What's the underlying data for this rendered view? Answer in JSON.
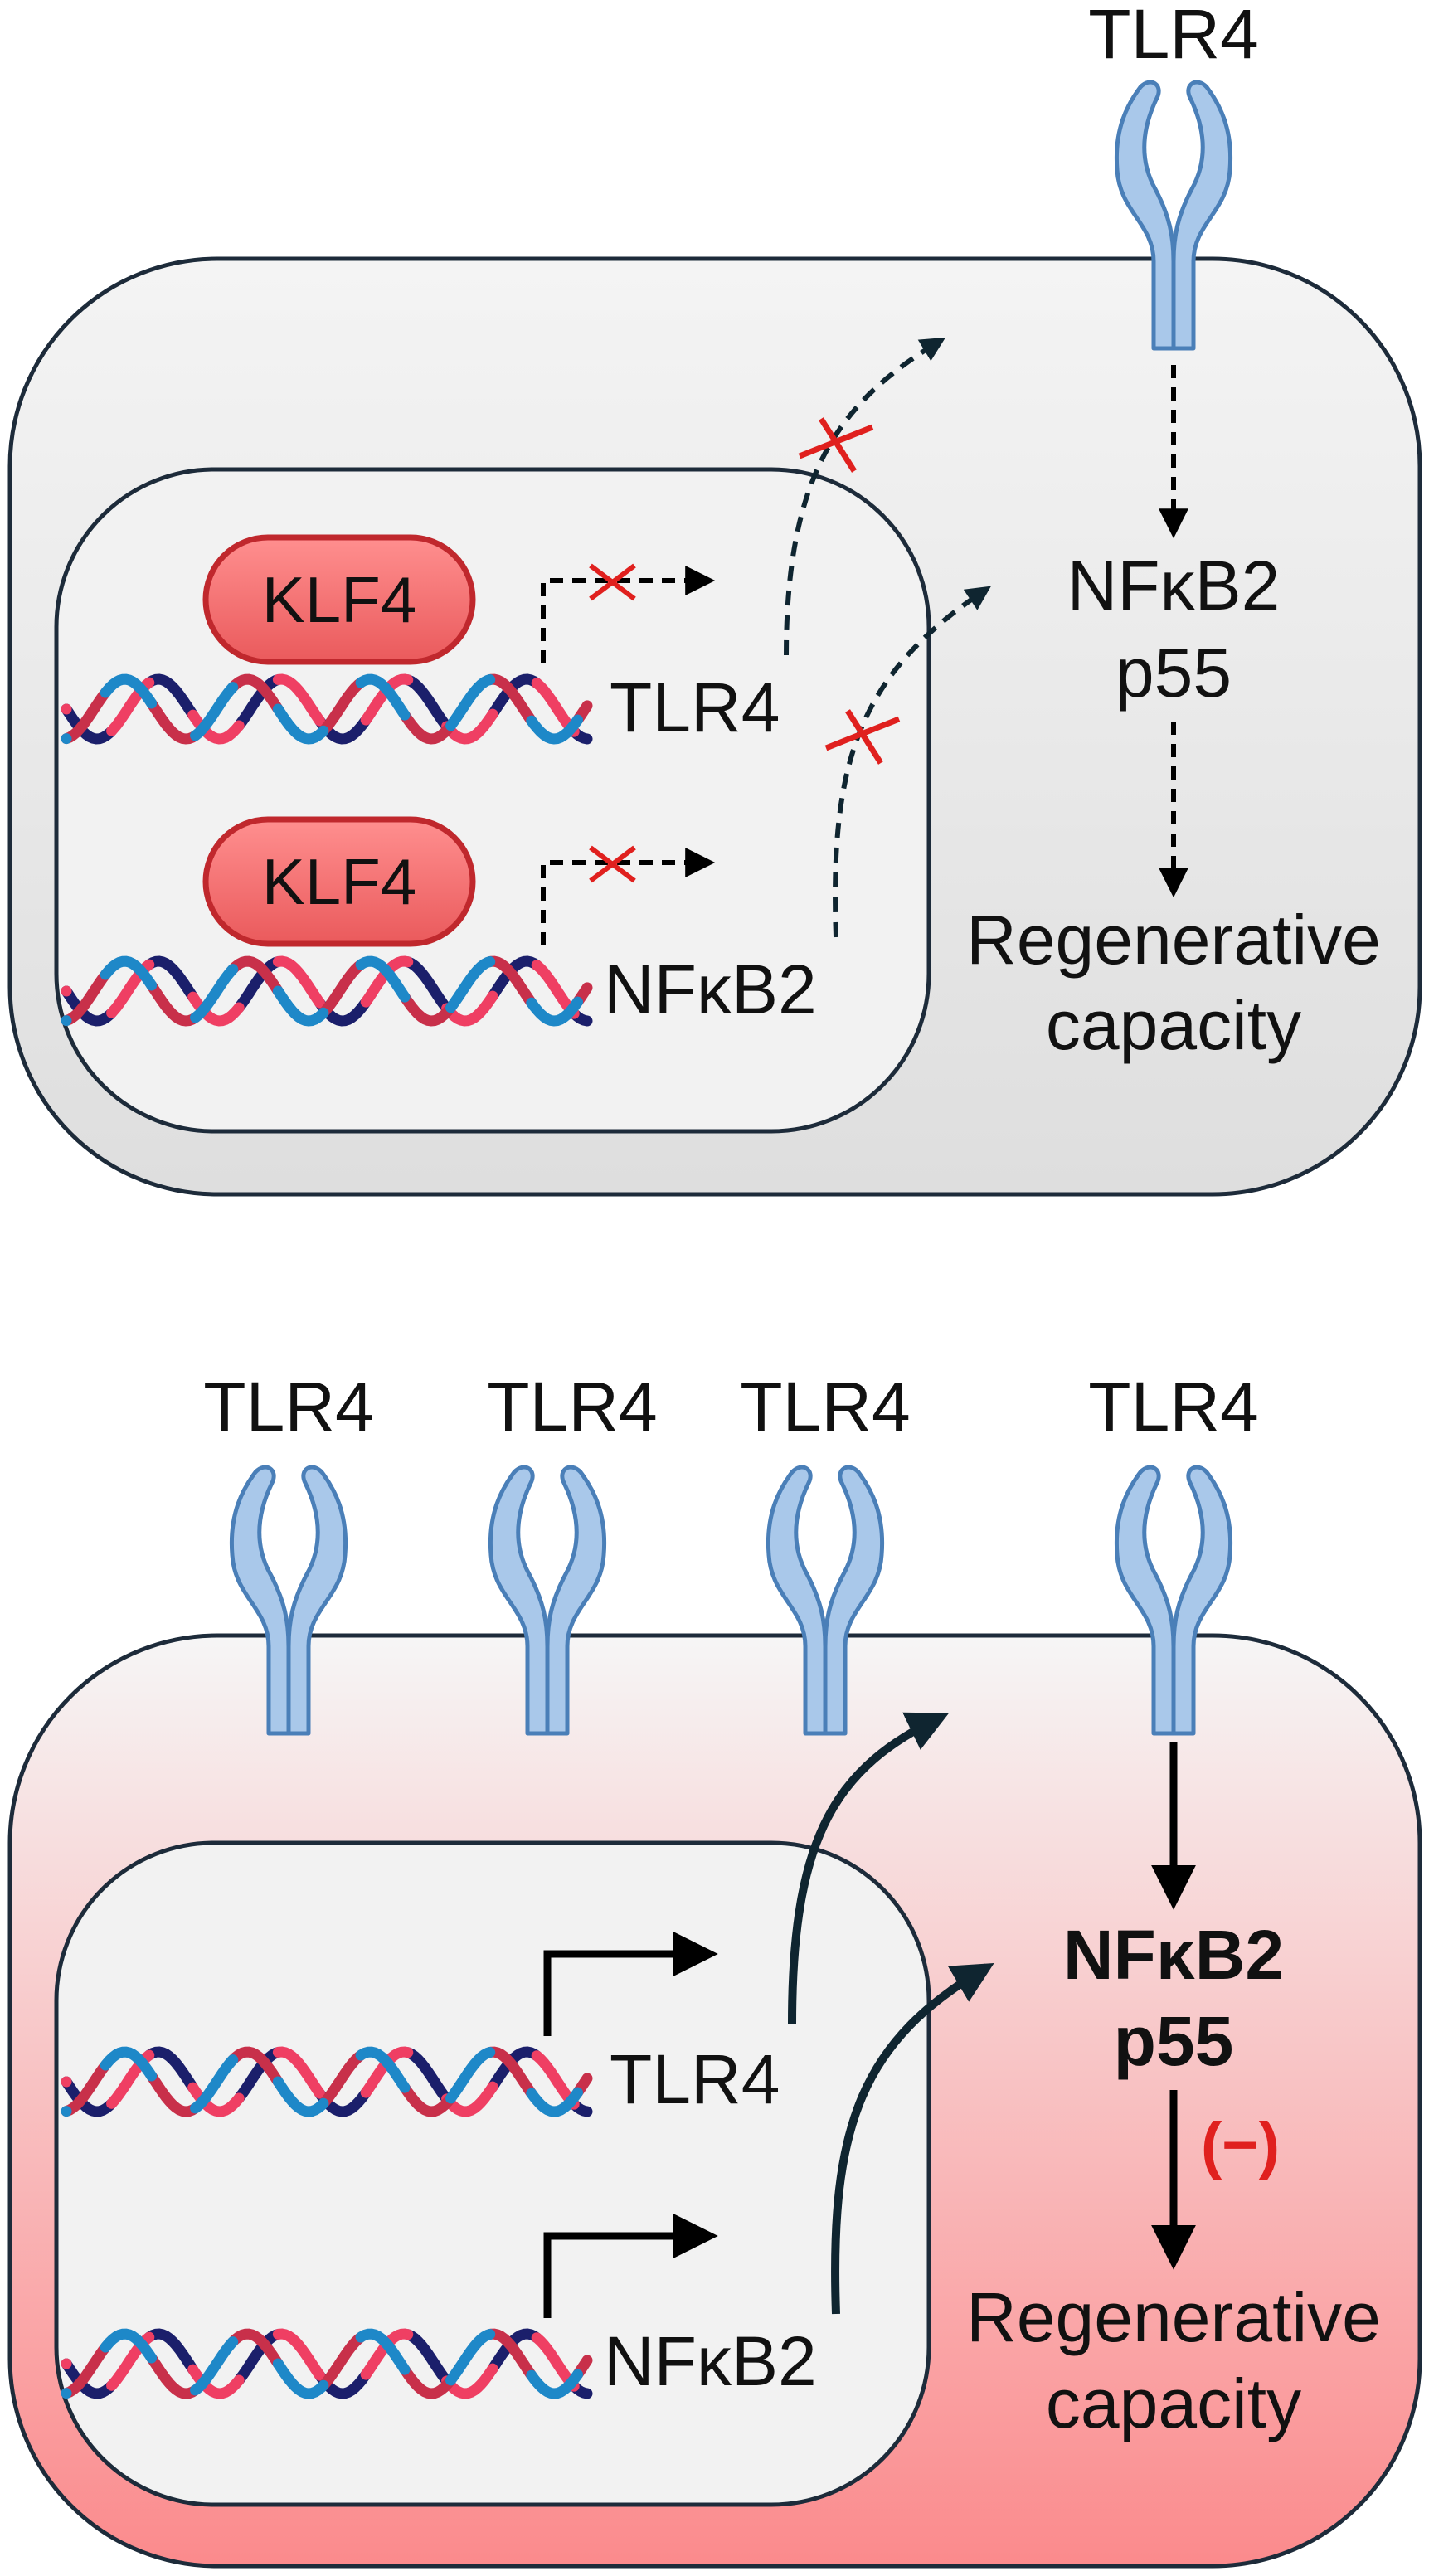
{
  "colors": {
    "receptor_fill": "#a9c8ea",
    "receptor_stroke": "#4a7fb8",
    "klf4_fill": "#f07070",
    "klf4_stroke": "#c0282d",
    "inhibit_red": "#e0201e",
    "minus_red": "#e0201e",
    "membrane_stroke": "#1d2b3a",
    "nucleus_fill": "#f2f2f2",
    "dna_dark": "#1b1f6b",
    "dna_red": "#c8304a",
    "dna_pink": "#ef3f63",
    "dna_blue": "#1e88c8",
    "arrow_dark": "#0f2530"
  },
  "top_panel": {
    "receptor_label": "TLR4",
    "klf4_labels": [
      "KLF4",
      "KLF4"
    ],
    "gene_labels": [
      "TLR4",
      "NFκB2"
    ],
    "pathway_protein": "NFκB2",
    "pathway_subunit": "p55",
    "outcome_line1": "Regenerative",
    "outcome_line2": "capacity"
  },
  "bottom_panel": {
    "receptor_labels": [
      "TLR4",
      "TLR4",
      "TLR4",
      "TLR4"
    ],
    "gene_labels": [
      "TLR4",
      "NFκB2"
    ],
    "pathway_protein": "NFκB2",
    "pathway_subunit": "p55",
    "effect_sign": "(−)",
    "outcome_line1": "Regenerative",
    "outcome_line2": "capacity"
  }
}
